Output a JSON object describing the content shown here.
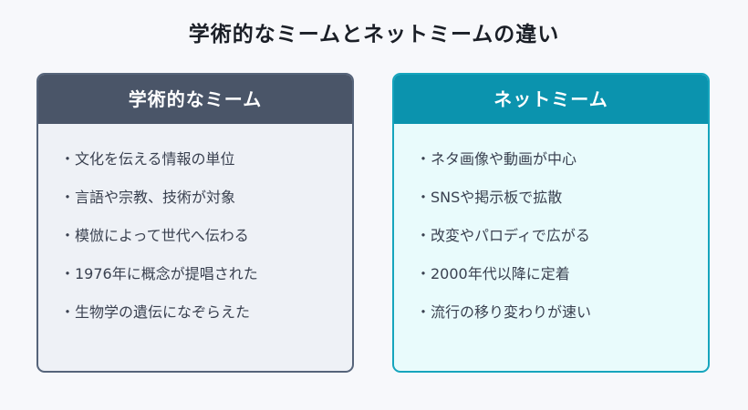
{
  "title": "学術的なミームとネットミームの違い",
  "left": {
    "heading": "学術的なミーム",
    "items": [
      "文化を伝える情報の単位",
      "言語や宗教、技術が対象",
      "模倣によって世代へ伝わる",
      "1976年に概念が提唱された",
      "生物学の遺伝になぞらえた"
    ]
  },
  "right": {
    "heading": "ネットミーム",
    "items": [
      "ネタ画像や動画が中心",
      "SNSや掲示板で拡散",
      "改変やパロディで広がる",
      "2000年代以降に定着",
      "流行の移り変わりが速い"
    ]
  },
  "bullet": "・",
  "colors": {
    "left_header": "#4a5568",
    "left_border": "#56647a",
    "left_bg": "#eef1f6",
    "right_header": "#0b93ae",
    "right_border": "#16a5bd",
    "right_bg": "#e9fbfc"
  }
}
